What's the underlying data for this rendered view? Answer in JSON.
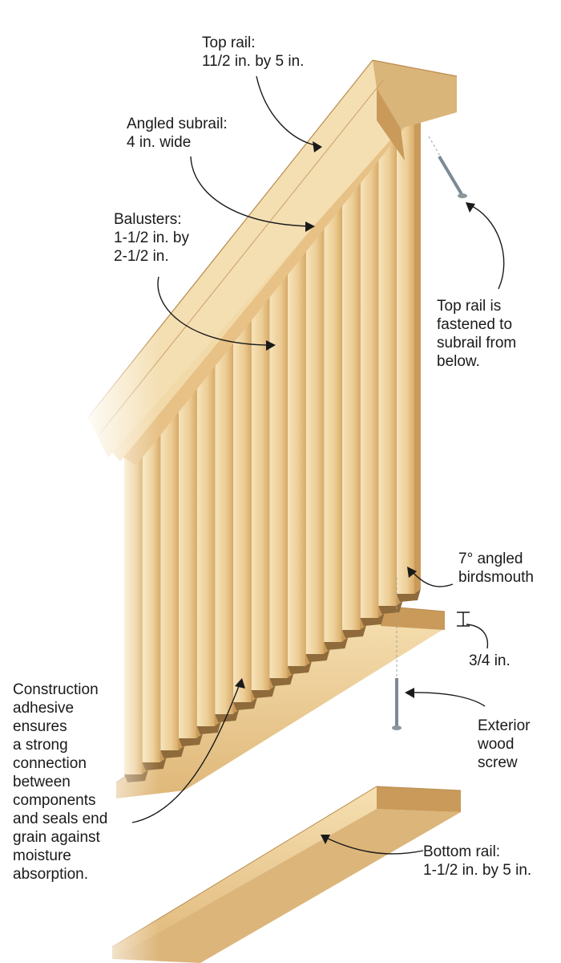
{
  "labels": {
    "top_rail": [
      "Top rail:",
      "11/2 in. by 5 in."
    ],
    "angled_subrail": [
      "Angled subrail:",
      "4 in. wide"
    ],
    "balusters": [
      "Balusters:",
      "1-1/2 in. by",
      "2-1/2 in."
    ],
    "top_rail_fastened": [
      "Top rail is",
      "fastened to",
      "subrail from",
      "below."
    ],
    "birdsmouth": [
      "7° angled",
      "birdsmouth"
    ],
    "gap": [
      "3/4 in."
    ],
    "screw": [
      "Exterior",
      "wood",
      "screw"
    ],
    "adhesive": [
      "Construction",
      "adhesive",
      "ensures",
      "a strong",
      "connection",
      "between",
      "components",
      "and seals end",
      "grain against",
      "moisture",
      "absorption."
    ],
    "bottom_rail": [
      "Bottom rail:",
      "1-1/2 in. by 5 in."
    ]
  },
  "colors": {
    "wood_light": "#f3dcae",
    "wood_mid": "#e6c48a",
    "wood_dark": "#c99a5a",
    "wood_end": "#d9b57a",
    "ink": "#1a1a1a",
    "screw": "#7c8a94"
  }
}
